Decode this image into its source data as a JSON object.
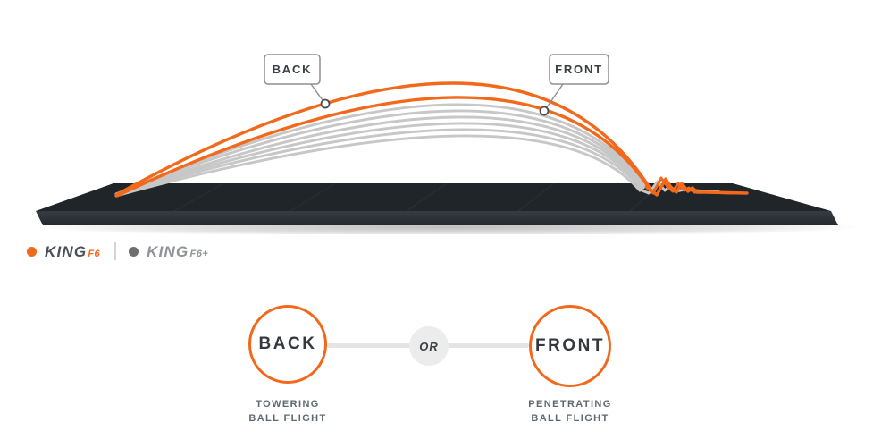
{
  "colors": {
    "orange": "#f2691c",
    "gray_line": "#c7c7c7",
    "platform_top": "#20252a",
    "platform_face_top": "#353c43",
    "platform_face_bottom": "#24292e",
    "callout_border": "#8f8f8f",
    "marker_stroke": "#4d4d4d",
    "caption_gray": "#5d6972",
    "legend_dark": "#4a5055",
    "legend_gray": "#8f9296",
    "legend_dot_gray": "#6e6e6e",
    "selector_line": "#e4e4e4",
    "or_bg": "#ececec"
  },
  "callouts": {
    "back": {
      "label": "BACK"
    },
    "front": {
      "label": "FRONT"
    }
  },
  "legend": {
    "items": [
      {
        "brand": "KING",
        "model": "F6",
        "dot_color": "#f2691c",
        "series": "KING F6"
      },
      {
        "brand": "KING",
        "model": "F6+",
        "dot_color": "#6e6e6e",
        "series": "KING F6+"
      }
    ]
  },
  "selector": {
    "back_label": "BACK",
    "or_label": "OR",
    "front_label": "FRONT",
    "back_caption": [
      "TOWERING",
      "BALL FLIGHT"
    ],
    "front_caption": [
      "PENETRATING",
      "BALL FLIGHT"
    ]
  },
  "flight_diagram": {
    "description": "Ball flight trajectories launched from left of platform, landing and bouncing on right",
    "series": [
      {
        "name": "KING F6",
        "color": "#f2691c",
        "width": 3.4,
        "arcs": [
          {
            "start": [
              130,
              218
            ],
            "apex": [
              503,
              93
            ],
            "end": [
              729,
              213
            ]
          },
          {
            "start": [
              131,
              219
            ],
            "apex": [
              508,
              109
            ],
            "end": [
              727,
              211
            ]
          }
        ]
      },
      {
        "name": "KING F6+",
        "color": "#c7c7c7",
        "width": 3,
        "arcs": [
          {
            "start": [
              130,
              217
            ],
            "apex": [
              505,
              117
            ],
            "end": [
              723,
              207
            ]
          },
          {
            "start": [
              130,
              217
            ],
            "apex": [
              507,
              124
            ],
            "end": [
              722,
              208
            ]
          },
          {
            "start": [
              130,
              218
            ],
            "apex": [
              509,
              131
            ],
            "end": [
              721,
              209
            ]
          },
          {
            "start": [
              130,
              218
            ],
            "apex": [
              511,
              138
            ],
            "end": [
              720,
              210
            ]
          },
          {
            "start": [
              130,
              218
            ],
            "apex": [
              513,
              145
            ],
            "end": [
              718,
              211
            ]
          },
          {
            "start": [
              130,
              219
            ],
            "apex": [
              515,
              152
            ],
            "end": [
              716,
              213
            ]
          }
        ]
      }
    ],
    "bounces": [
      {
        "series": "KING F6+",
        "color": "#c7c7c7",
        "width": 3,
        "points": [
          [
            716,
            212
          ],
          [
            726,
            216
          ],
          [
            736,
            203
          ],
          [
            744,
            213
          ],
          [
            750,
            208
          ],
          [
            756,
            214
          ],
          [
            766,
            212
          ],
          [
            790,
            214
          ],
          [
            804,
            214
          ]
        ]
      },
      {
        "series": "KING F6",
        "color": "#f2691c",
        "width": 3,
        "points": [
          [
            723,
            209
          ],
          [
            731,
            216
          ],
          [
            740,
            199
          ],
          [
            748,
            210
          ],
          [
            753,
            214
          ],
          [
            759,
            205
          ],
          [
            766,
            213
          ],
          [
            771,
            210
          ],
          [
            777,
            215
          ],
          [
            789,
            215
          ],
          [
            820,
            216
          ]
        ]
      },
      {
        "series": "KING F6",
        "color": "#f2691c",
        "width": 3.4,
        "points": [
          [
            727,
            211
          ],
          [
            735,
            218
          ],
          [
            745,
            200
          ],
          [
            752,
            211
          ],
          [
            757,
            215
          ],
          [
            763,
            205
          ],
          [
            770,
            214
          ],
          [
            775,
            210
          ],
          [
            780,
            215
          ],
          [
            792,
            215
          ],
          [
            836,
            216
          ]
        ]
      }
    ],
    "markers": {
      "back": {
        "x": 364,
        "y": 116
      },
      "front": {
        "x": 609,
        "y": 124
      }
    }
  }
}
